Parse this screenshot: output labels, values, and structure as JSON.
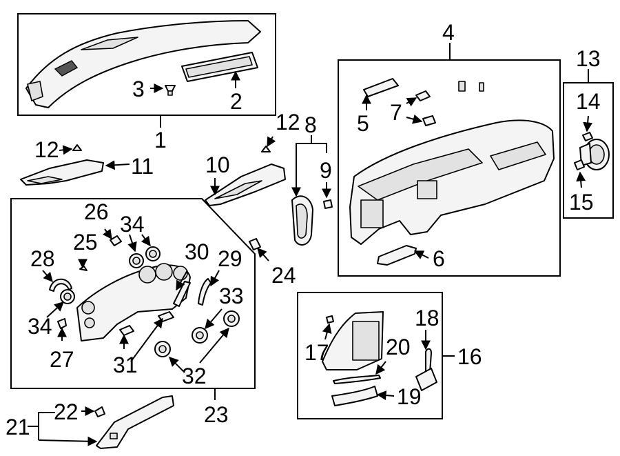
{
  "callouts": {
    "c1": "1",
    "c2": "2",
    "c3": "3",
    "c4": "4",
    "c5": "5",
    "c6": "6",
    "c7": "7",
    "c8": "8",
    "c9": "9",
    "c10": "10",
    "c11": "11",
    "c12a": "12",
    "c12b": "12",
    "c13": "13",
    "c14": "14",
    "c15": "15",
    "c16": "16",
    "c17": "17",
    "c18": "18",
    "c19": "19",
    "c20": "20",
    "c21": "21",
    "c22": "22",
    "c23": "23",
    "c24": "24",
    "c25": "25",
    "c26": "26",
    "c27": "27",
    "c28": "28",
    "c29": "29",
    "c30": "30",
    "c31": "31",
    "c32": "32",
    "c33": "33",
    "c34a": "34",
    "c34b": "34"
  }
}
